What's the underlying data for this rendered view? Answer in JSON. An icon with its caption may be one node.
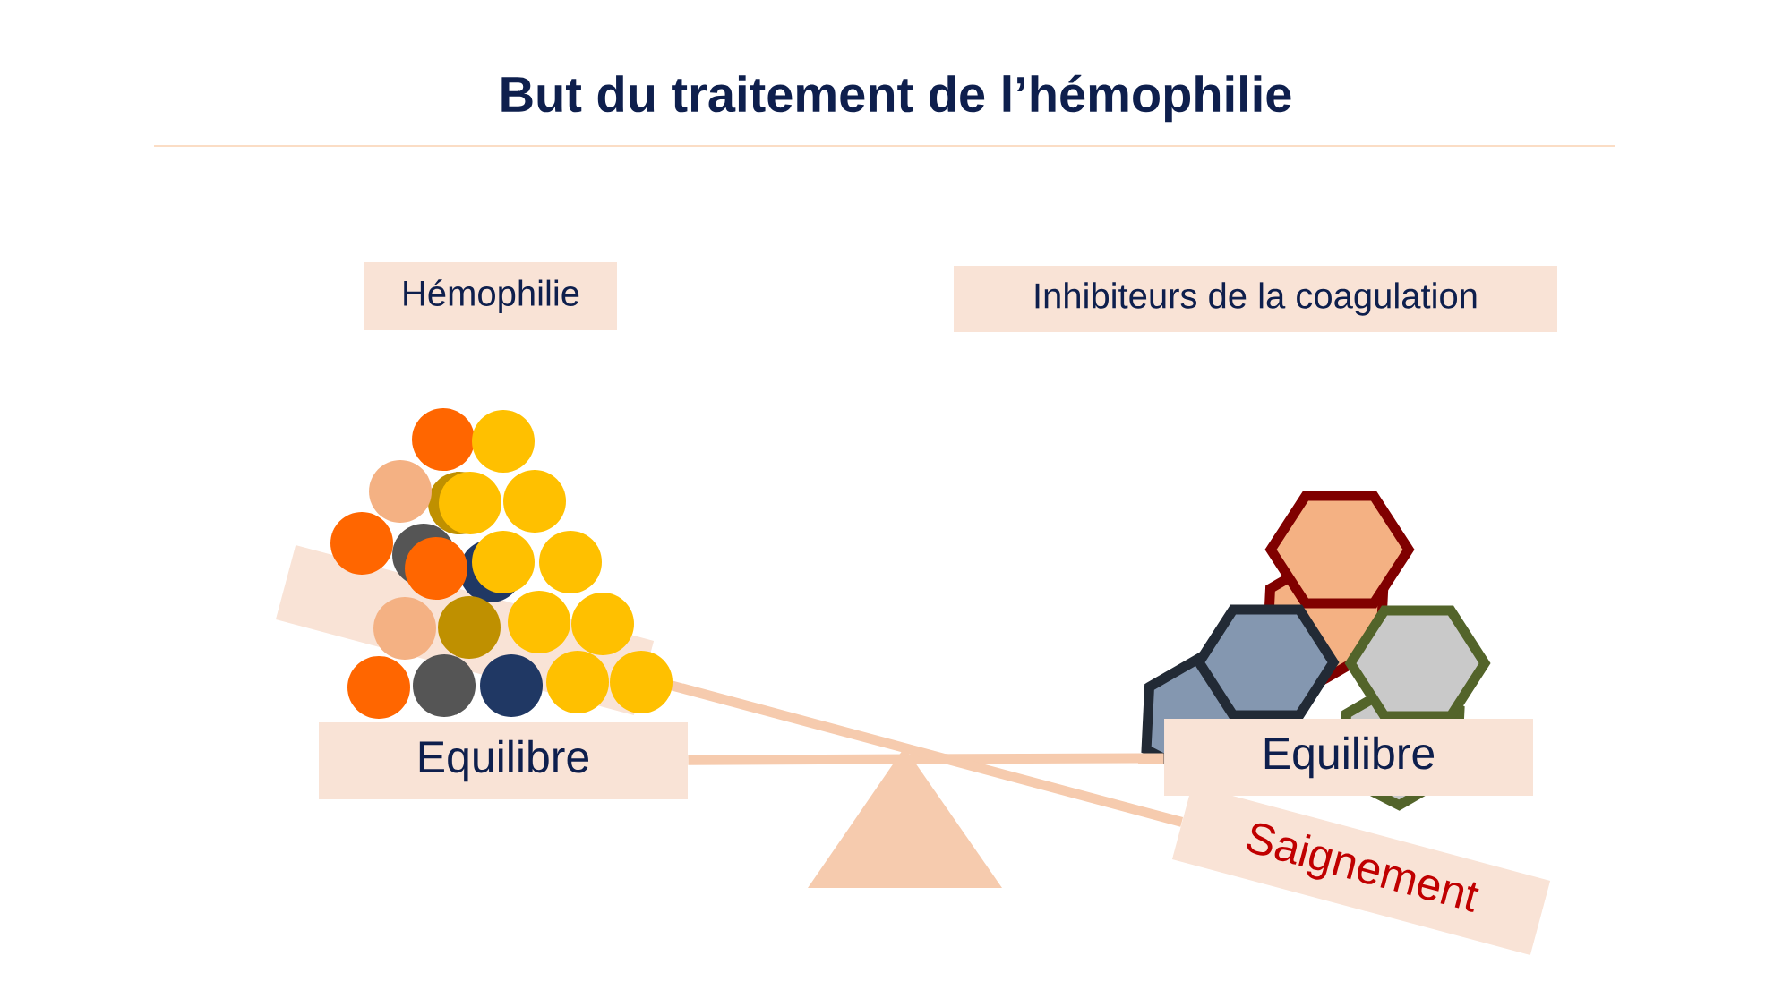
{
  "diagram": {
    "title": "But du traitement de l’hémophilie",
    "nodes": [
      {
        "text": [
          "Hémophilie"
        ]
      },
      {
        "text": [
          "Inhibiteurs de la coagulation"
        ]
      },
      {
        "text": [],
        "shape": "box"
      },
      {
        "text": [
          "Equilibre"
        ]
      },
      {
        "text": [
          "Equilibre"
        ]
      },
      {
        "text": [
          "Saignement"
        ]
      }
    ],
    "edges": [
      {
        "from": 3,
        "to": 4,
        "arrow": "none"
      },
      {
        "from": 2,
        "to": 5,
        "arrow": "none"
      }
    ]
  }
}
